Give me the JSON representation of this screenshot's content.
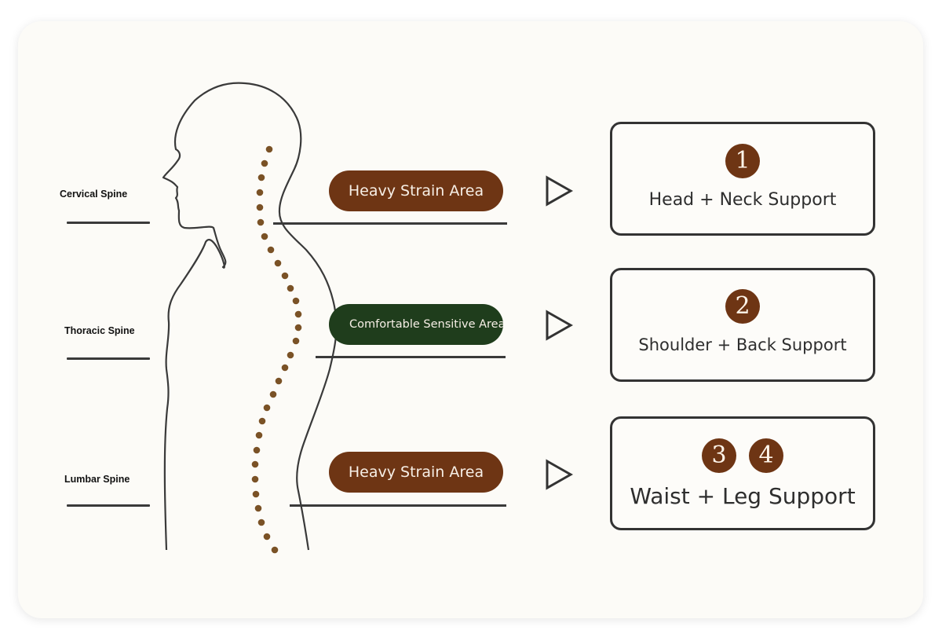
{
  "colors": {
    "heavy_strain": "#6e3514",
    "comfortable": "#1f3d1c",
    "badge": "#6e3514",
    "spine_dots": "#7a5226",
    "outline": "#3a3a3a",
    "background": "#fcfbf7"
  },
  "regions": [
    {
      "label": "Cervical Spine"
    },
    {
      "label": "Thoracic Spine"
    },
    {
      "label": "Lumbar Spine"
    }
  ],
  "areas": [
    {
      "label": "Heavy Strain Area",
      "type": "heavy"
    },
    {
      "label": "Comfortable Sensitive Area",
      "type": "comfortable"
    },
    {
      "label": "Heavy Strain Area",
      "type": "heavy"
    }
  ],
  "arrow_icon": "play-triangle-outline",
  "supports": [
    {
      "badges": [
        "1"
      ],
      "title": "Head + Neck Support"
    },
    {
      "badges": [
        "2"
      ],
      "title": "Shoulder + Back Support"
    },
    {
      "badges": [
        "3",
        "4"
      ],
      "title": "Waist + Leg Support"
    }
  ]
}
